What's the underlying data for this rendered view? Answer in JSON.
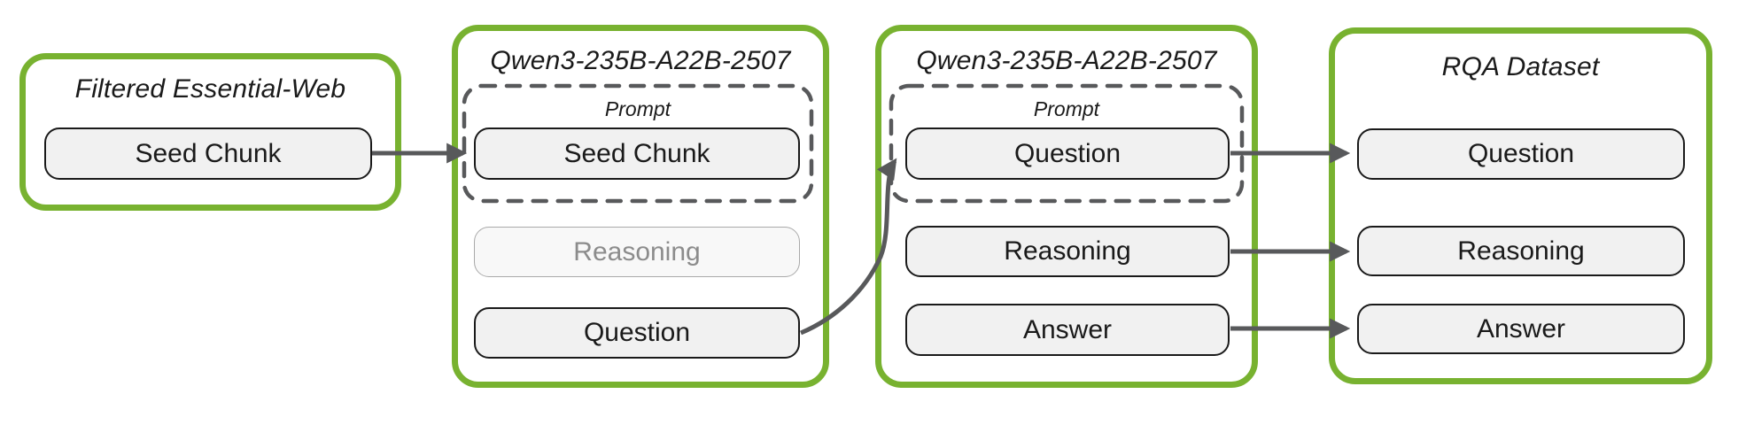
{
  "diagram": {
    "type": "pipeline-flow",
    "colors": {
      "group_border_green": "#78B230",
      "arrow_gray": "#58595B",
      "pill_fill": "#F1F1F1",
      "pill_border": "#1A1A1A",
      "faded_pill_fill": "#F8F8F8",
      "faded_pill_border": "#A9A9A9",
      "faded_text": "#8C8C8C",
      "text": "#1A1A1A",
      "background": "#FFFFFF"
    },
    "groups": [
      {
        "id": "filtered-essential-web",
        "title": "Filtered Essential-Web",
        "items": [
          {
            "label": "Seed Chunk",
            "style": "normal"
          }
        ]
      },
      {
        "id": "qwen-stage-1",
        "title": "Qwen3-235B-A22B-2507",
        "prompt_label": "Prompt",
        "prompt_items": [
          {
            "label": "Seed Chunk",
            "style": "normal"
          }
        ],
        "items": [
          {
            "label": "Reasoning",
            "style": "faded"
          },
          {
            "label": "Question",
            "style": "normal"
          }
        ]
      },
      {
        "id": "qwen-stage-2",
        "title": "Qwen3-235B-A22B-2507",
        "prompt_label": "Prompt",
        "prompt_items": [
          {
            "label": "Question",
            "style": "normal"
          }
        ],
        "items": [
          {
            "label": "Reasoning",
            "style": "normal"
          },
          {
            "label": "Answer",
            "style": "normal"
          }
        ]
      },
      {
        "id": "rqa-dataset",
        "title": "RQA Dataset",
        "items": [
          {
            "label": "Question",
            "style": "normal"
          },
          {
            "label": "Reasoning",
            "style": "normal"
          },
          {
            "label": "Answer",
            "style": "normal"
          }
        ]
      }
    ],
    "connections": [
      {
        "from": "filtered-essential-web.seed-chunk",
        "to": "qwen-stage-1.prompt.seed-chunk",
        "shape": "straight"
      },
      {
        "from": "qwen-stage-1.question",
        "to": "qwen-stage-2.prompt.question",
        "shape": "s-curve"
      },
      {
        "from": "qwen-stage-2.prompt.question",
        "to": "rqa-dataset.question",
        "shape": "straight"
      },
      {
        "from": "qwen-stage-2.reasoning",
        "to": "rqa-dataset.reasoning",
        "shape": "straight"
      },
      {
        "from": "qwen-stage-2.answer",
        "to": "rqa-dataset.answer",
        "shape": "straight"
      }
    ]
  }
}
